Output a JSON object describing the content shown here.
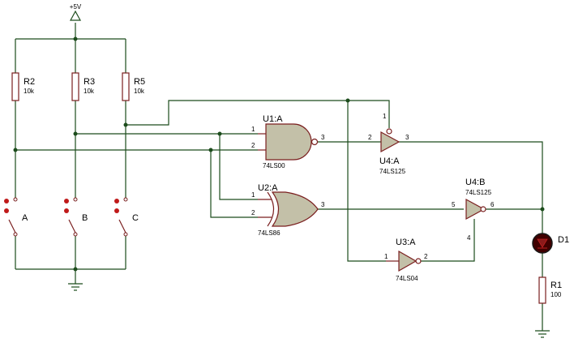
{
  "power": {
    "label": "+5V"
  },
  "resistors": [
    {
      "ref": "R2",
      "value": "10k"
    },
    {
      "ref": "R3",
      "value": "10k"
    },
    {
      "ref": "R5",
      "value": "10k"
    },
    {
      "ref": "R1",
      "value": "100"
    }
  ],
  "switches": [
    {
      "label": "A"
    },
    {
      "label": "B"
    },
    {
      "label": "C"
    }
  ],
  "gates": {
    "nand": {
      "ref": "U1:A",
      "part": "74LS00",
      "pin_in1": "1",
      "pin_in2": "2",
      "pin_out": "3"
    },
    "xor": {
      "ref": "U2:A",
      "part": "74LS86",
      "pin_in1": "1",
      "pin_in2": "2",
      "pin_out": "3"
    },
    "buf_a": {
      "ref": "U4:A",
      "part": "74LS125",
      "pin_oe": "1",
      "pin_in": "2",
      "pin_out": "3"
    },
    "buf_b": {
      "ref": "U4:B",
      "part": "74LS125",
      "pin_oe": "4",
      "pin_in": "5",
      "pin_out": "6"
    },
    "inv": {
      "ref": "U3:A",
      "part": "74LS04",
      "pin_in": "1",
      "pin_out": "2"
    }
  },
  "led": {
    "ref": "D1"
  },
  "colors": {
    "wire": "#1c4c1c",
    "component_outline": "#7a1f1f",
    "gate_fill": "#c3c0a8",
    "junction": "#1c4c1c",
    "switch_contact": "#c01a1a",
    "led_body": "#400000"
  }
}
